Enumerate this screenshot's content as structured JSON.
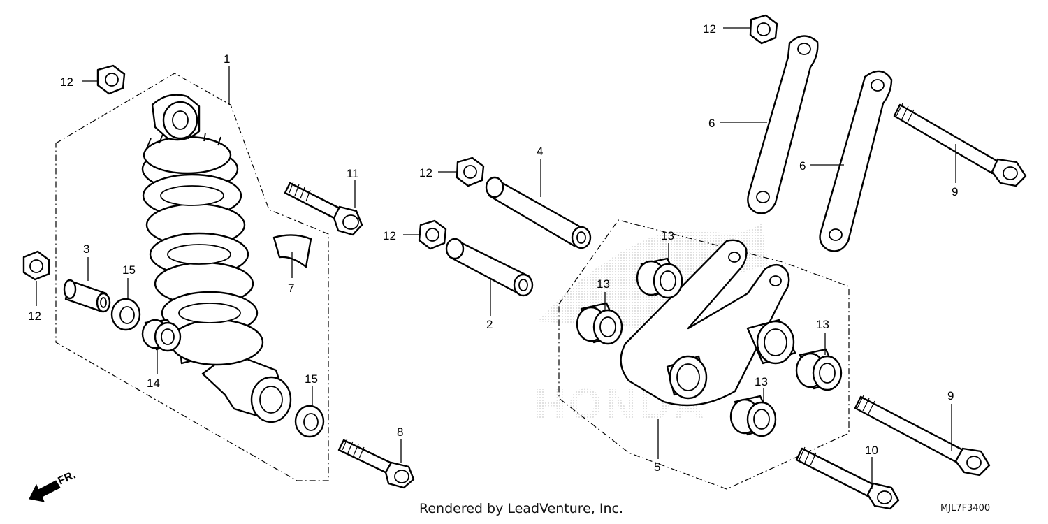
{
  "diagram": {
    "callouts": {
      "c1": "1",
      "c2": "2",
      "c3": "3",
      "c4": "4",
      "c5": "5",
      "c6a": "6",
      "c6b": "6",
      "c7": "7",
      "c8": "8",
      "c9a": "9",
      "c9b": "9",
      "c10": "10",
      "c11": "11",
      "c12a": "12",
      "c12b": "12",
      "c12c": "12",
      "c12d": "12",
      "c12e": "12",
      "c13a": "13",
      "c13b": "13",
      "c13c": "13",
      "c13d": "13",
      "c14": "14",
      "c15a": "15",
      "c15b": "15"
    },
    "front_indicator": "FR.",
    "watermark": "HONDA",
    "footer_credit": "Rendered by LeadVenture, Inc.",
    "diagram_code": "MJL7F3400"
  }
}
